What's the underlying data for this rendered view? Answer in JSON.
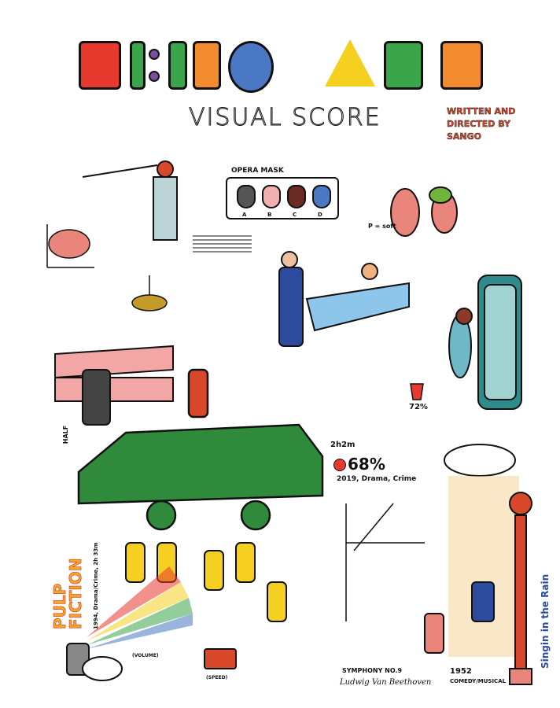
{
  "poster": {
    "title": "VIDEO ART",
    "subtitle": "VISUAL SCORE",
    "credit_lines": [
      "WRITTEN AND",
      "DIRECTED BY",
      "SANGO"
    ]
  },
  "opera_mask": {
    "label": "OPERA MASK",
    "options": [
      "A",
      "B",
      "C",
      "D"
    ]
  },
  "joker": {
    "runtime": "2h2m",
    "rating_icon": "tomato-icon",
    "rating": "68%",
    "info": "2019, Drama, Crime"
  },
  "popcorn": {
    "rating": "72%"
  },
  "pulp_fiction": {
    "title_line1": "PULP",
    "title_line2": "FICTION",
    "info": "1994, Drama/Crime, 2h 33m"
  },
  "symphony": {
    "label": "SYMPHONY NO.9",
    "signature": "Ludwig Van Beethoven"
  },
  "singin": {
    "year": "1952",
    "genre": "COMEDY/MUSICAL",
    "title": "Singin in the Rain"
  },
  "notes": {
    "half_label": "HALF",
    "volume": "(VOLUME)",
    "speed": "(SPEED)",
    "price": "P = soft"
  },
  "colors": {
    "red": "#e8392f",
    "green": "#3aa54a",
    "orange": "#f28a2e",
    "blue": "#4a78c2",
    "yellow": "#f5d020",
    "car": "#2f8a3c"
  }
}
